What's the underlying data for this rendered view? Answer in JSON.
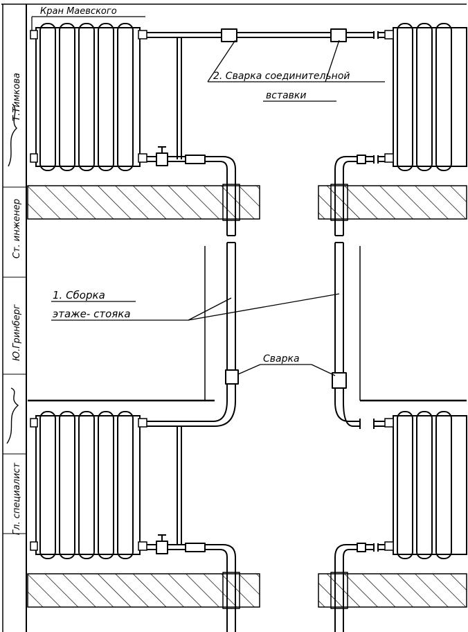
{
  "labels": {
    "mayevsky_valve": "Кран Маевского",
    "weld_insert_line1": "2. Сварка соединительной",
    "weld_insert_line2": "вставки",
    "riser_line1": "1. Сборка",
    "riser_line2": "этаже- стояка",
    "weld": "Сварка"
  },
  "side_stamp": {
    "name1": "Т.Тимкова",
    "name2": "Ст. инженер",
    "name3": "Ю.Гринберг",
    "name4": "Гл. специалист"
  },
  "colors": {
    "ink": "#000000",
    "paper": "#ffffff"
  }
}
